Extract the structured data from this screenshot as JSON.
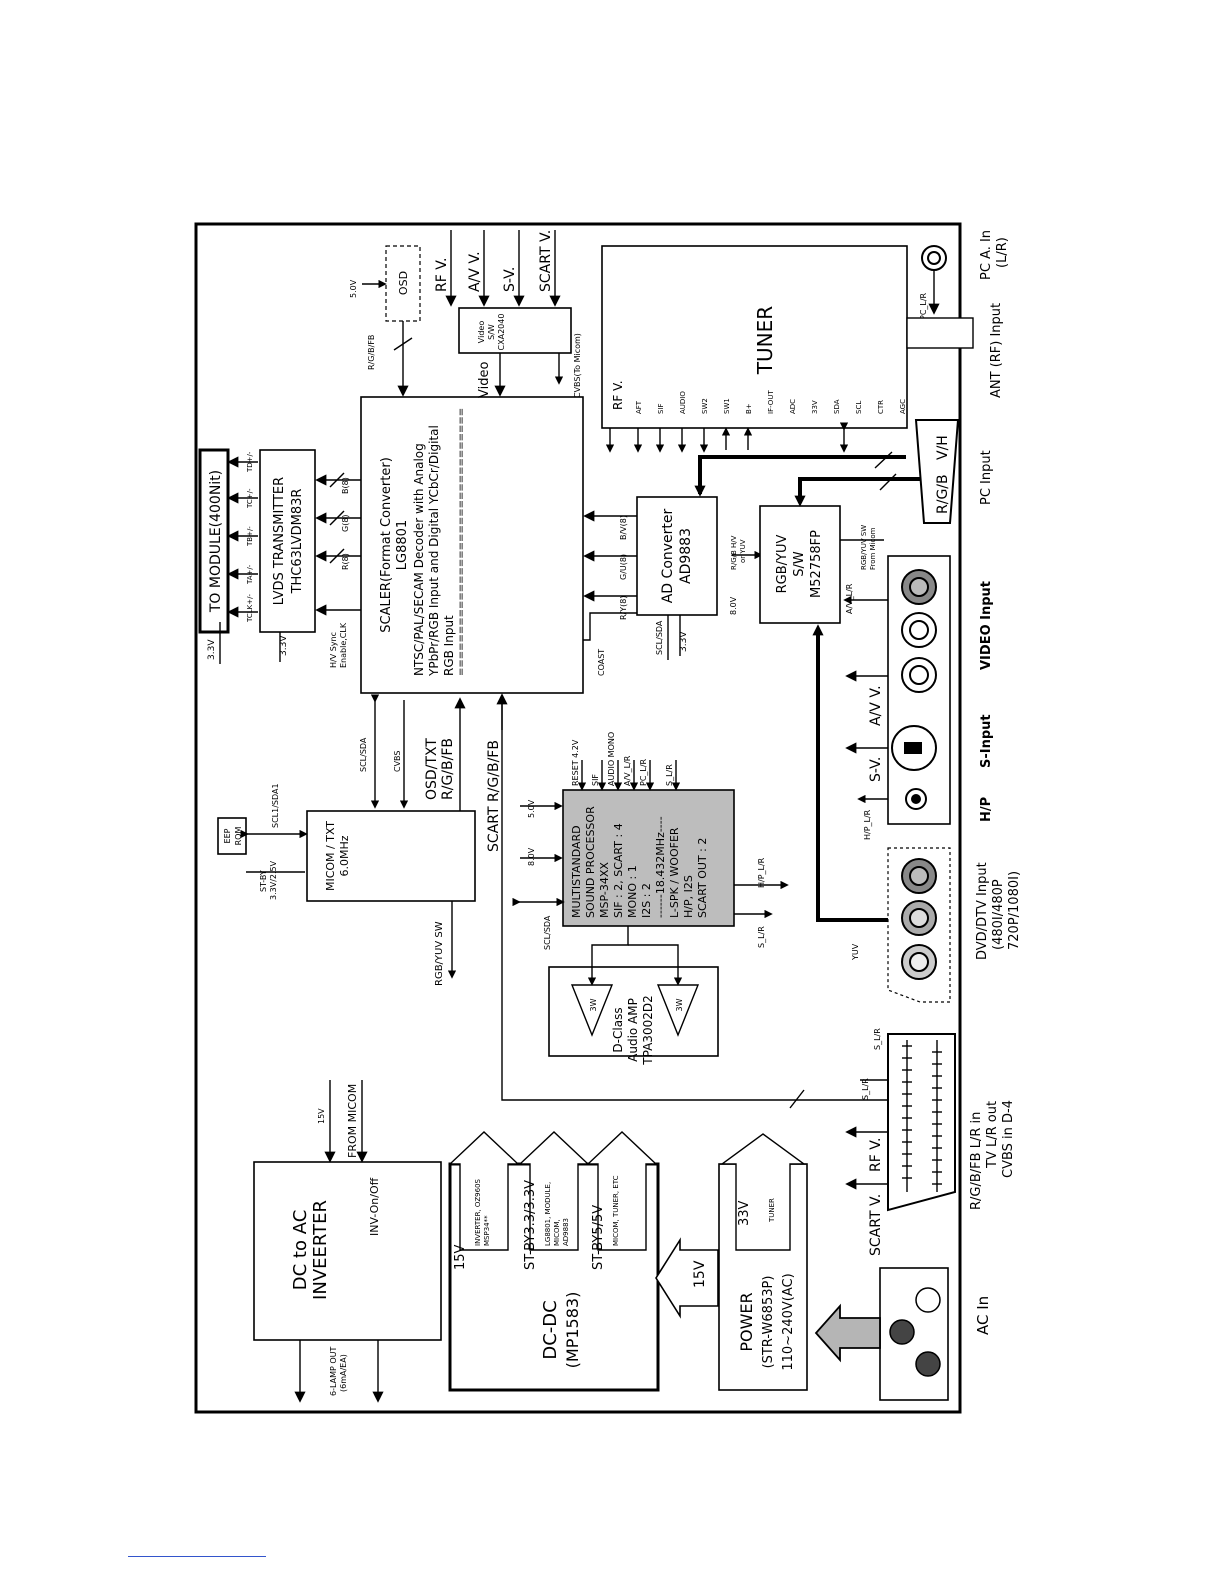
{
  "blocks": {
    "tuner": "TUNER",
    "scaler_title": "SCALER(Format Converter)",
    "scaler_chip": "LG8801",
    "scaler_desc1": "NTSC/PAL/SECAM Decoder with Analog",
    "scaler_desc2": "YPbPr/RGB Input and Digital YCbCr/Digital",
    "scaler_desc3": "RGB Input",
    "scaler_dashes": "================================",
    "lvds_title": "LVDS TRANSMITTER",
    "lvds_chip": "THC63LVDM83R",
    "module": "TO MODULE(400Nit)",
    "adc_title": "AD  Converter",
    "adc_chip": "AD9883",
    "rgbyuv_1": "RGB/YUV",
    "rgbyuv_2": "S/W",
    "rgbyuv_3": "M52758FP",
    "video_sw_1": "Video",
    "video_sw_2": "S/W",
    "video_sw_3": "CXA2040",
    "osd": "OSD",
    "micom_1": "MICOM / TXT",
    "micom_2": "6.0MHz",
    "eeprom_1": "EEP",
    "eeprom_2": "ROM",
    "sound": [
      "MULTISTANDARD",
      "SOUND PROCESSOR",
      "MSP-34XX",
      "SIF : 2, SCART : 4",
      "MONO : 1",
      "I2S : 2",
      "------18.432MHz----",
      "L-SPK / WOOFER",
      "H/P, I2S",
      "SCART OUT : 2"
    ],
    "amp_1": "D-Class",
    "amp_2": "Audio AMP",
    "amp_3": "TPA3002D2",
    "amp_w1": "3W",
    "amp_w2": "3W",
    "inverter_1": "DC to AC",
    "inverter_2": "INVEERTER",
    "inverter_onoff": "INV-On/Off",
    "dcdc_1": "DC-DC",
    "dcdc_2": "(MP1583)",
    "power_1": "POWER",
    "power_2": "(STR-W6853P)",
    "power_3": "110~240V(AC)"
  },
  "rails": {
    "r15v": "15V",
    "r15v_loads": [
      "INVERTER, OZ960S",
      "MSP34**"
    ],
    "r33": "ST-BY3.3/3.3V",
    "r33_loads": [
      "LG8801, MODULE,",
      "MICOM,",
      "AD9883"
    ],
    "r5": "ST-BY5/5V",
    "r5_loads": [
      "MICOM, TUNER, ETC"
    ],
    "r33v": "33V",
    "r33v_load": "TUNER",
    "feed_15v": "15V"
  },
  "inputs": {
    "pc_audio": [
      "PC A. In",
      "(L/R)"
    ],
    "ant": "ANT (RF) Input",
    "pc": "PC Input",
    "video": "VIDEO Input",
    "s_input": "S-Input",
    "hp": "H/P",
    "dvd": [
      "DVD/DTV Input",
      "(480I/480P",
      "720P/1080I)"
    ],
    "scart": [
      "R/G/B/FB   L/R in",
      "TV L/R out",
      "CVBS in   D-4"
    ],
    "ac": "AC In",
    "vh": "V/H",
    "rgb": "R/G/B"
  },
  "signals": {
    "rf_v": "RF V.",
    "av_v": "A/V V.",
    "s_v": "S-V.",
    "scart_v": "SCART V.",
    "video": "Video",
    "cvbs_micom": "CVBS(To Micom)",
    "v5": "5.0V",
    "rgbfb": "R/G/B/FB",
    "osd_txt": "OSD/TXT",
    "osd_rgbfb": "R/G/B/FB",
    "scart_rgbfb": "SCART R/G/B/FB",
    "rgbyuv_sw": "RGB/YUV SW",
    "scl_sda": "SCL/SDA",
    "cvbs": "CVBS",
    "scl1": "SCL1/SDA1",
    "stby": [
      "ST-BY",
      "3.3V/2.5V"
    ],
    "coast": "COAST",
    "adc_scl": "SCL/SDA",
    "v33": "3.3V",
    "v8": "8.0V",
    "rgbhv": [
      "R/G/B H/V",
      "or YUV"
    ],
    "rgbyuv_ctrl": [
      "RGB/YUV SW",
      "From Micom"
    ],
    "pc_lr": "PC_L/R",
    "av_lr": "A/V_L/R",
    "hp_lr": "H/P_L/R",
    "s_lr": "S_L/R",
    "yuv": "YUV",
    "sound_pins": [
      "RESET 4.2V",
      "SIF",
      "AUDIO MONO",
      "A/V_L/R",
      "PC_L/R",
      "S_L/R"
    ],
    "lamp": [
      "6-LAMP OUT",
      "(6mA/EA)"
    ],
    "from_micom": "FROM MICOM",
    "v15": "15V",
    "tuner_pins": [
      "AFT",
      "SIF",
      "AUDIO",
      "SW2",
      "SW1",
      "B+",
      "IF-OUT",
      "ADC",
      "33V",
      "SDA",
      "SCL",
      "CTR",
      "AGC"
    ],
    "tuner_rf": "RF V.",
    "lvds_pins": [
      "TCLK+/-",
      "TA+/-",
      "TB+/-",
      "TC+/-",
      "TD+/-"
    ],
    "hv_sync": [
      "H/V Sync",
      "Enable,CLK"
    ],
    "rgb_bus": [
      "R(8)",
      "G(8)",
      "B(8)"
    ],
    "adc_bus": [
      "R/Y(8)",
      "G/U(8)",
      "B/V(8)"
    ],
    "v33_top": "3.3V",
    "v33_lvds": "3.3V",
    "v8_sound": "8.0V",
    "v5_sound": "5.0V",
    "sound_scl": "SCL/SDA",
    "sound_hp": "H/P_L/R",
    "sound_slr": "S_L/R",
    "scart_slr": [
      "S_L/R",
      "S_L/R"
    ]
  }
}
